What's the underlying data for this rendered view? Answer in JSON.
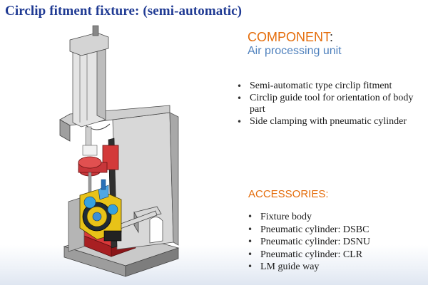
{
  "slide": {
    "title": "Circlip fitment fixture: (semi-automatic)",
    "component_label": "COMPONENT",
    "component_colon": ":",
    "component_value": "Air processing unit",
    "features": [
      "Semi-automatic type circlip fitment",
      "Circlip guide tool for orientation of body part",
      "Side clamping with pneumatic cylinder"
    ],
    "accessories_label": "ACCESSORIES:",
    "accessories": [
      "Fixture body",
      "Pneumatic cylinder: DSBC",
      "Pneumatic cylinder: DSNU",
      "Pneumatic cylinder: CLR",
      "LM guide way"
    ]
  },
  "colors": {
    "title": "#1f3a93",
    "accent_orange": "#e46c0a",
    "accent_blue": "#4f81bd",
    "body_text": "#1a1a1a"
  }
}
